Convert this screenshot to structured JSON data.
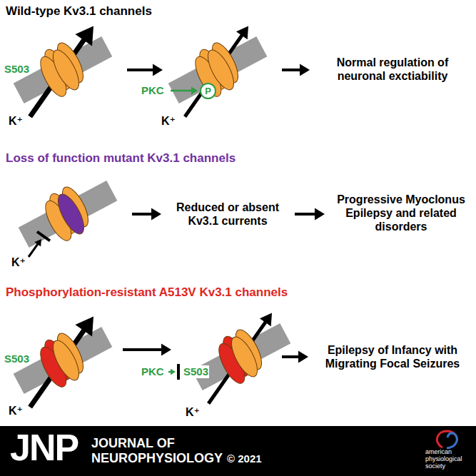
{
  "diagram": {
    "nodes": [
      {
        "text": [
          "P"
        ]
      },
      {
        "text": [
          "JNP",
          "JOURNAL OF NEUROPHYSIOLOGY",
          "© 2021",
          "american physiological society"
        ]
      }
    ],
    "labels": [
      "Wild-type Kv3.1 channels",
      "S503",
      "K⁺",
      "PKC",
      "K⁺",
      "Normal regulation of neuronal exctiability",
      "Loss of function mutant Kv3.1 channels",
      "K⁺",
      "Reduced or absent Kv3.1 currents",
      "Progressive Myoclonus Epilepsy and related disorders",
      "Phosphorylation-resistant A513V Kv3.1 channels",
      "S503",
      "K⁺",
      "PKC",
      "S503",
      "K⁺",
      "Epilepsy of Infancy with Migrating Focal Seizures"
    ]
  }
}
